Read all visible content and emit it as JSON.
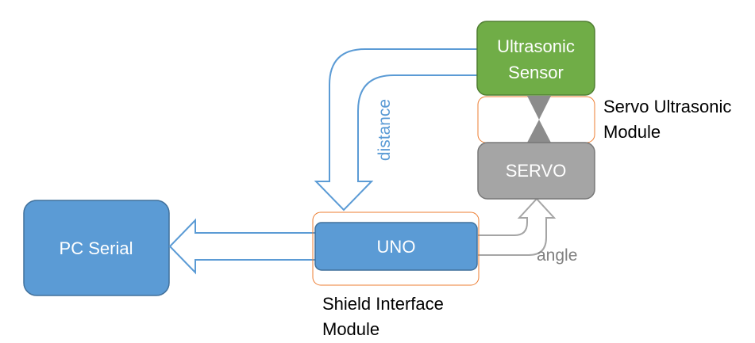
{
  "nodes": {
    "pc_serial": {
      "label": "PC Serial"
    },
    "uno": {
      "label": "UNO"
    },
    "ultrasonic": {
      "label_line1": "Ultrasonic",
      "label_line2": "Sensor"
    },
    "servo": {
      "label": "SERVO"
    }
  },
  "modules": {
    "servo_ultrasonic": {
      "line1": "Servo Ultrasonic",
      "line2": "Module"
    },
    "shield_interface": {
      "line1": "Shield Interface",
      "line2": "Module"
    }
  },
  "flows": {
    "distance": "distance",
    "angle": "angle"
  },
  "colors": {
    "blue_fill": "#5b9bd5",
    "blue_stroke": "#41719c",
    "green_fill": "#70ad47",
    "green_stroke": "#507e32",
    "gray_fill": "#a5a5a5",
    "gray_stroke": "#787878",
    "orange_border": "#ed7d31",
    "distance_arrow": "#5b9bd5",
    "angle_arrow": "#a5a5a5",
    "coupler": "#8c8c8c"
  }
}
